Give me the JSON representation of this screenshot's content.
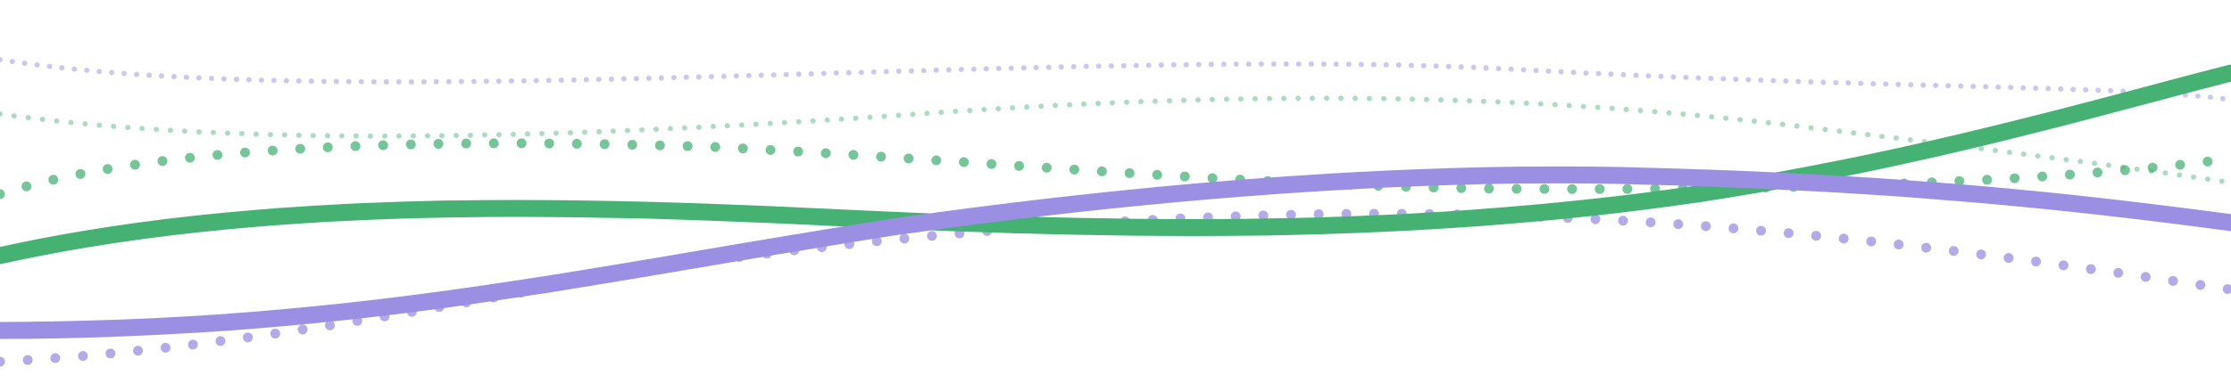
{
  "background": "#ffffff",
  "colors": {
    "green": "#45b274",
    "purple": "#9a8fe2"
  },
  "waves": [
    {
      "name": "purple-faint-dotted-wave",
      "color": "purple",
      "style": "dotted-fine",
      "opacity": 0.5
    },
    {
      "name": "green-faint-dotted-wave",
      "color": "green",
      "style": "dotted-fine",
      "opacity": 0.45
    },
    {
      "name": "green-dotted-wave",
      "color": "green",
      "style": "dotted-medium",
      "opacity": 0.75
    },
    {
      "name": "purple-dotted-wave",
      "color": "purple",
      "style": "dotted-medium",
      "opacity": 0.75
    },
    {
      "name": "green-solid-wave",
      "color": "green",
      "style": "solid",
      "opacity": 1
    },
    {
      "name": "purple-solid-wave",
      "color": "purple",
      "style": "solid",
      "opacity": 1
    }
  ]
}
